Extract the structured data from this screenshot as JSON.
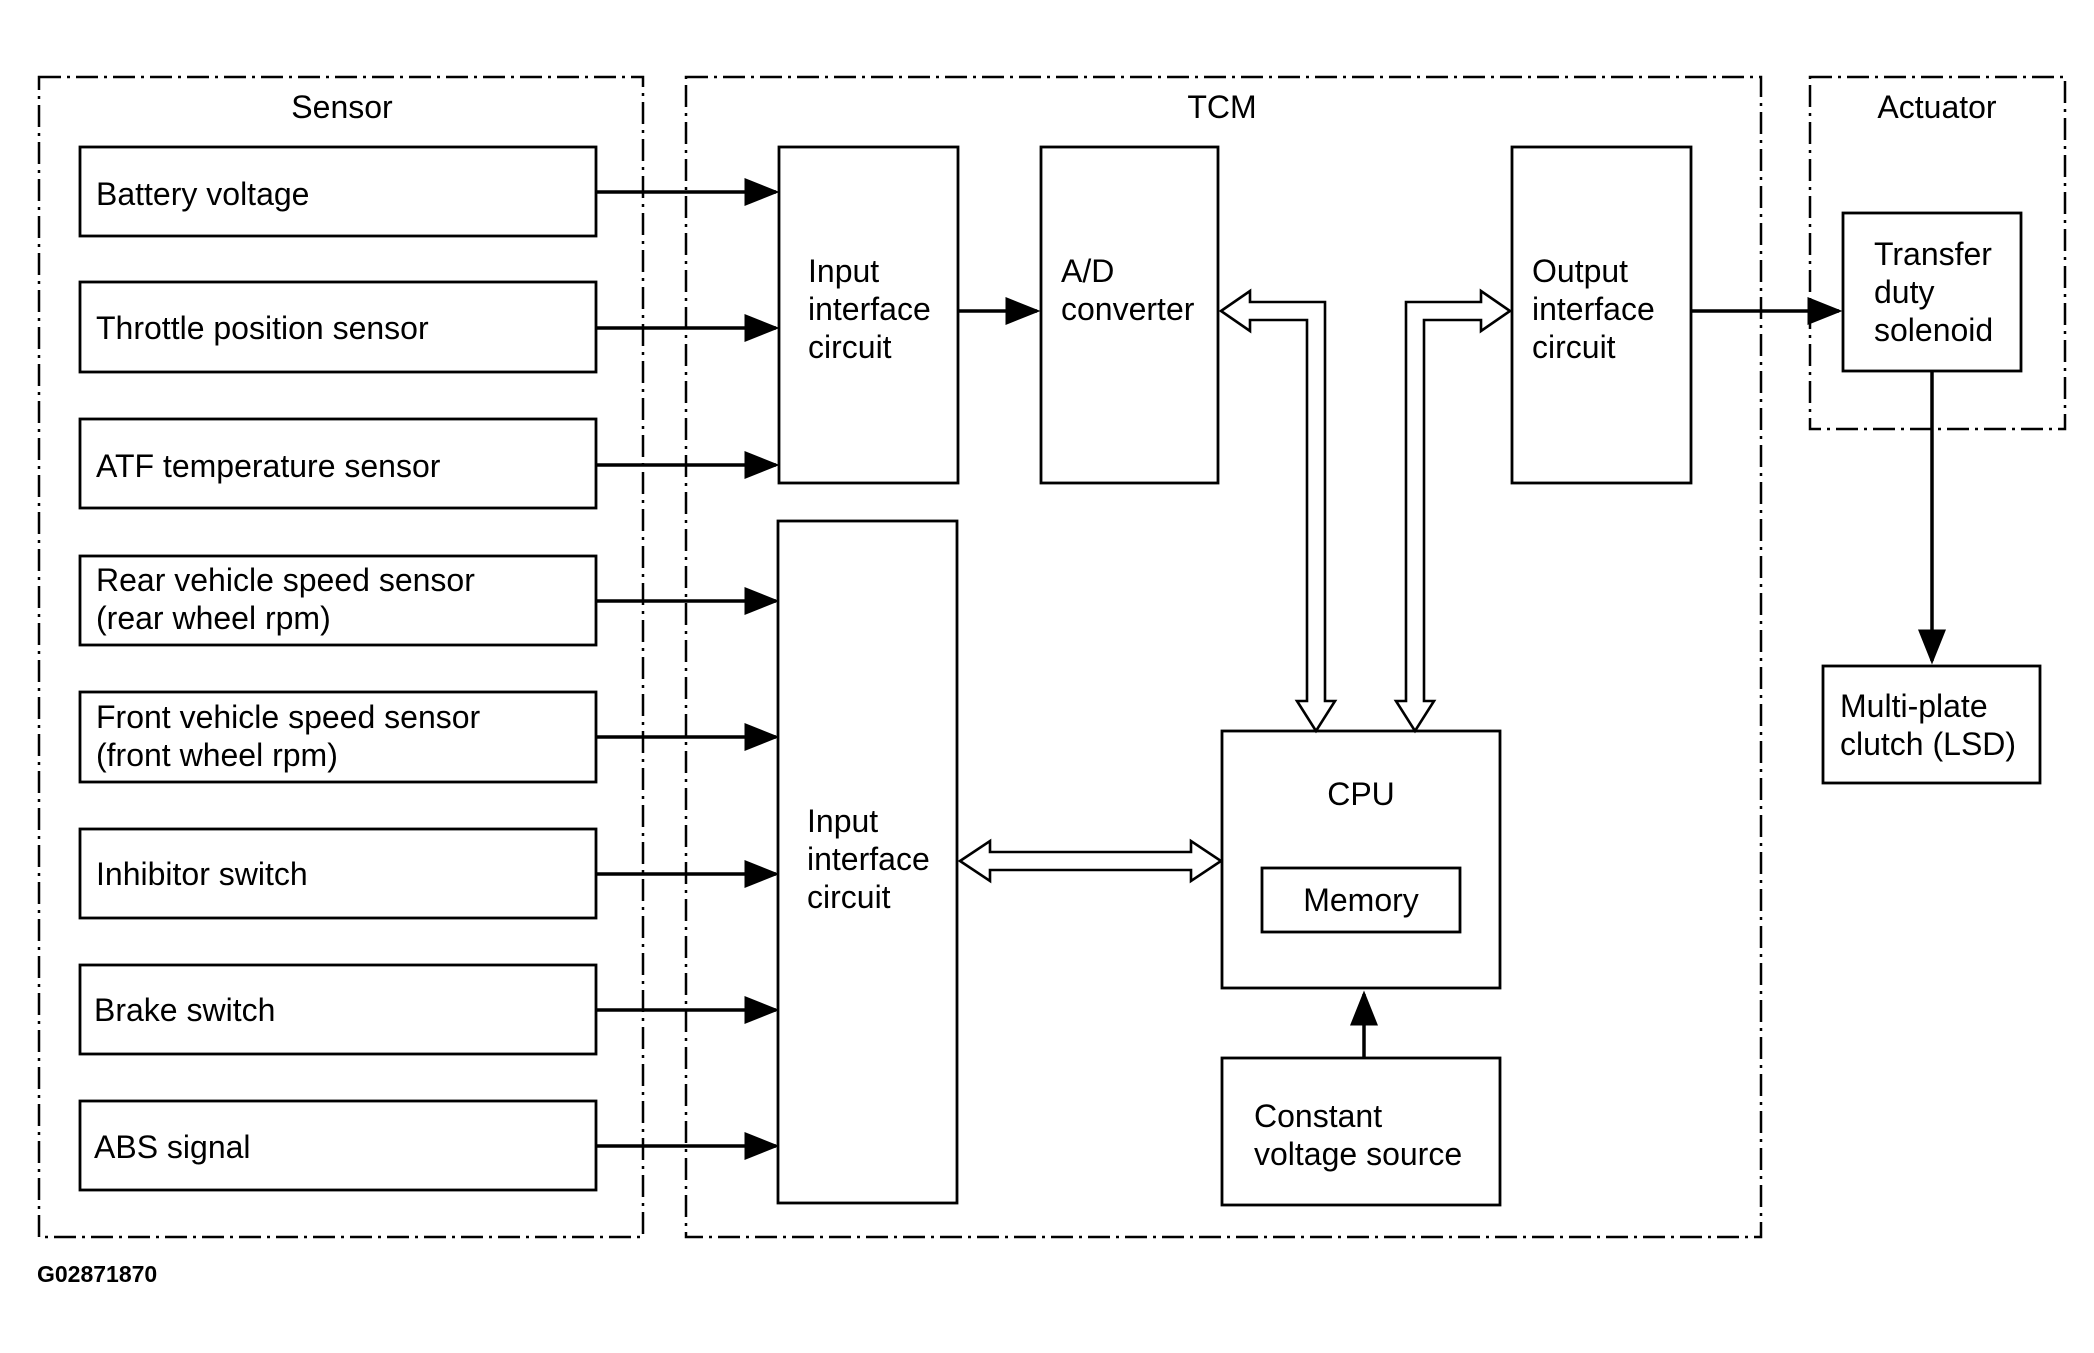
{
  "groups": {
    "sensor": "Sensor",
    "tcm": "TCM",
    "actuator": "Actuator"
  },
  "sensors": [
    [
      "Battery voltage"
    ],
    [
      "Throttle position sensor"
    ],
    [
      "ATF temperature sensor"
    ],
    [
      "Rear vehicle speed sensor",
      "(rear wheel rpm)"
    ],
    [
      "Front vehicle speed sensor",
      "(front wheel rpm)"
    ],
    [
      "Inhibitor switch"
    ],
    [
      "Brake switch"
    ],
    [
      "ABS signal"
    ]
  ],
  "tcm_blocks": {
    "input_interface_1": [
      "Input",
      "interface",
      "circuit"
    ],
    "ad_converter": [
      "A/D",
      "converter"
    ],
    "output_interface": [
      "Output",
      "interface",
      "circuit"
    ],
    "input_interface_2": [
      "Input",
      "interface",
      "circuit"
    ],
    "cpu": "CPU",
    "memory": "Memory",
    "constant_voltage": [
      "Constant",
      "voltage source"
    ]
  },
  "actuators": {
    "transfer_solenoid": [
      "Transfer",
      "duty",
      "solenoid"
    ],
    "clutch": [
      "Multi-plate",
      "clutch (LSD)"
    ]
  },
  "figure_id": "G02871870"
}
